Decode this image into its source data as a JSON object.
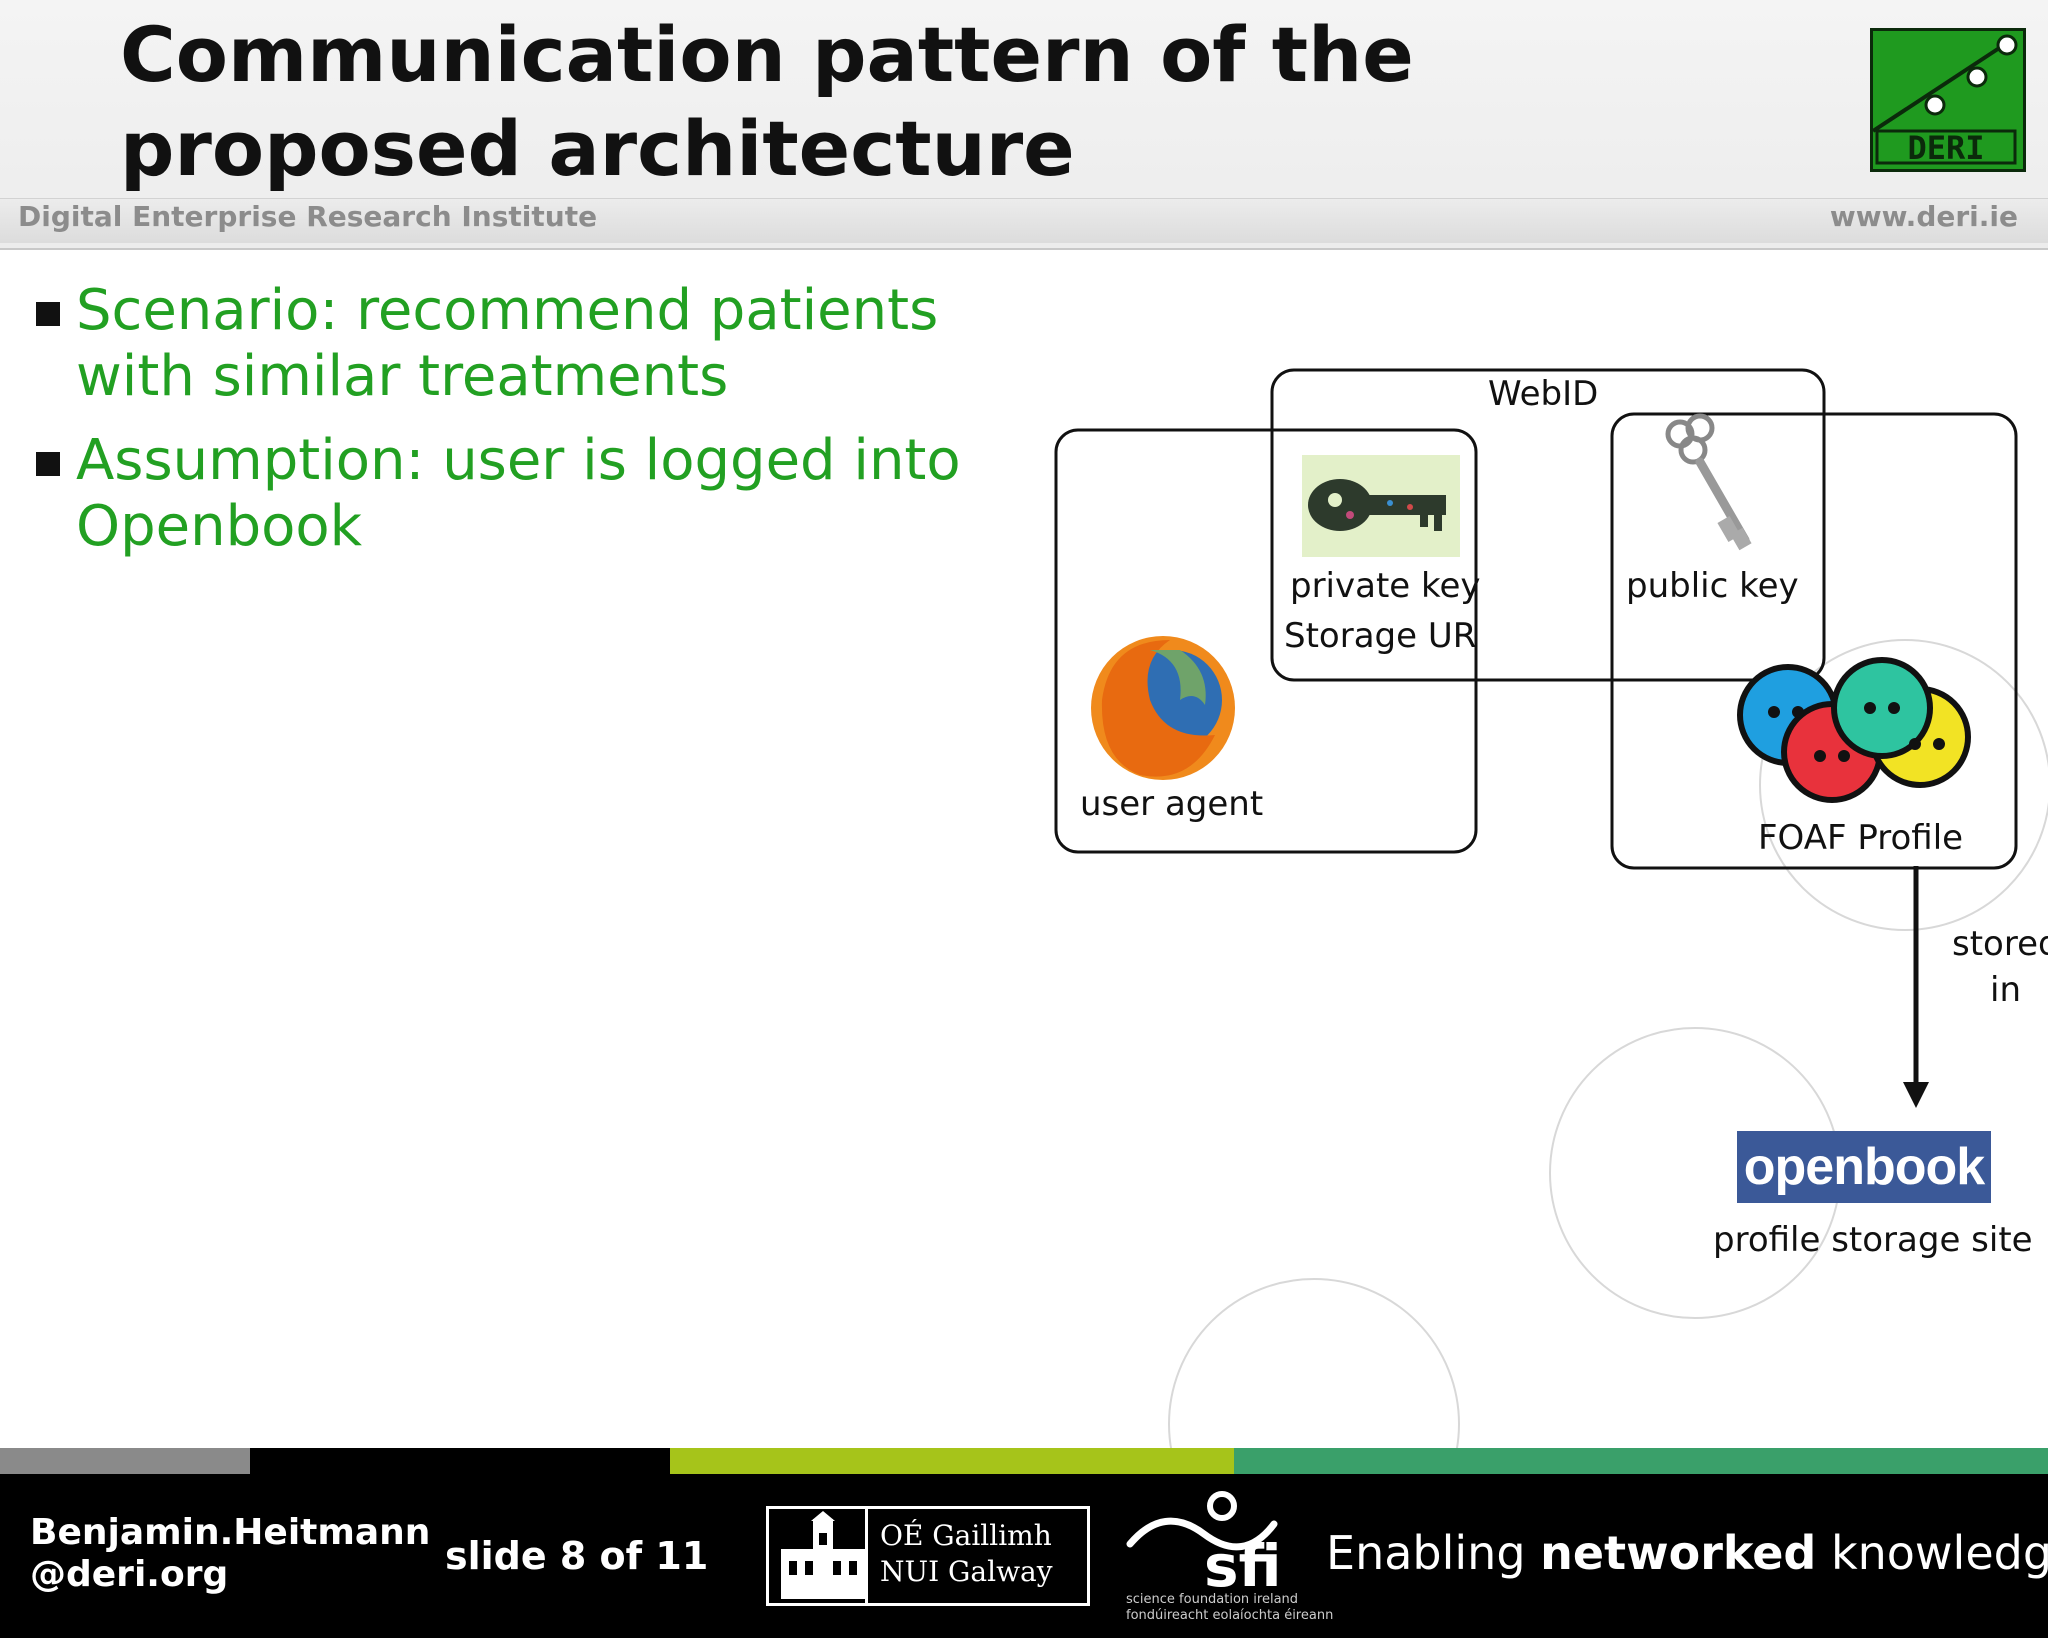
{
  "header": {
    "title": "Communication pattern of the proposed architecture",
    "institute": "Digital Enterprise Research Institute",
    "url": "www.deri.ie",
    "logo_text": "DERI"
  },
  "bullets": [
    "Scenario: recommend patients with similar treatments",
    "Assumption: user is logged into Openbook"
  ],
  "diagram": {
    "webid_label": "WebID",
    "private_key_label": "private key",
    "storage_label": "Storage UR",
    "public_key_label": "public key",
    "user_agent_label": "user agent",
    "foaf_label": "FOAF Profile",
    "stored_label": "stored",
    "in_label": "in",
    "openbook_logo": "openbook",
    "profile_site_label": "profile storage site"
  },
  "footer": {
    "author_line1": "Benjamin.Heitmann",
    "author_line2": "@deri.org",
    "slide_indicator": "slide  8 of 11",
    "nuig_line1": "OÉ Gaillimh",
    "nuig_line2": "NUI Galway",
    "sfi_logo": "sfi",
    "sfi_small_line1": "science foundation ireland",
    "sfi_small_line2": "fondúireacht eolaíochta éireann",
    "tagline_part1": "Enabling ",
    "tagline_bold": "networked",
    "tagline_part2": " knowledge."
  },
  "colors": {
    "bullet_text": "#22a022",
    "openbook_blue": "#3b5998",
    "logo_green": "#1f9a1f",
    "stripe_gray": "#8a8a8a",
    "stripe_lime": "#a6c41a",
    "stripe_teal": "#3aa06a"
  }
}
